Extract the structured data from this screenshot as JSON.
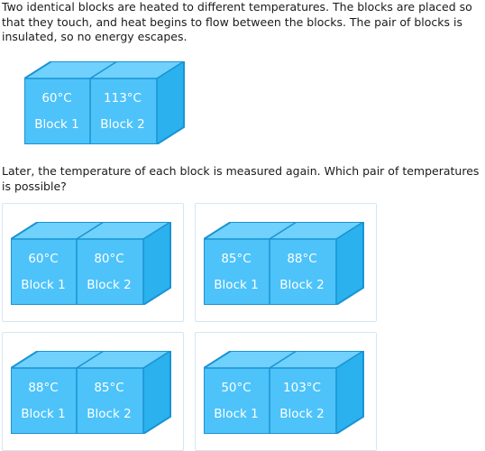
{
  "intro": "Two identical blocks are heated to different temperatures. The blocks are placed so that they touch, and heat begins to flow between the blocks. The pair of blocks is insulated, so no energy escapes.",
  "question": "Later, the temperature of each block is measured again. Which pair of temperatures is possible?",
  "colors": {
    "block_face": "#4dc3fa",
    "block_top": "#6fd1fc",
    "block_side": "#2ab1ee",
    "block_edge": "#1a93d2",
    "choice_border": "#d4e7f3"
  },
  "initial_pair": {
    "block1_temp": "60°C",
    "block2_temp": "113°C",
    "block1_label": "Block 1",
    "block2_label": "Block 2"
  },
  "choices": [
    {
      "block1_temp": "60°C",
      "block2_temp": "80°C",
      "block1_label": "Block 1",
      "block2_label": "Block 2"
    },
    {
      "block1_temp": "85°C",
      "block2_temp": "88°C",
      "block1_label": "Block 1",
      "block2_label": "Block 2"
    },
    {
      "block1_temp": "88°C",
      "block2_temp": "85°C",
      "block1_label": "Block 1",
      "block2_label": "Block 2"
    },
    {
      "block1_temp": "50°C",
      "block2_temp": "103°C",
      "block1_label": "Block 1",
      "block2_label": "Block 2"
    }
  ]
}
